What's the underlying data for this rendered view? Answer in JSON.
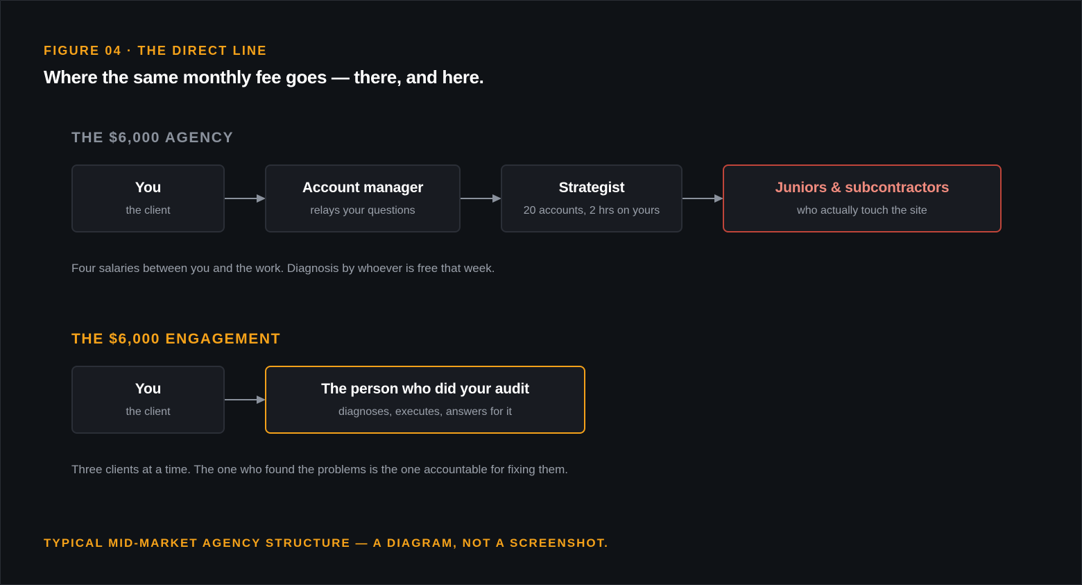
{
  "eyebrow": "FIGURE 04 · THE DIRECT LINE",
  "headline": "Where the same monthly fee goes — there, and here.",
  "agency": {
    "label": "THE $6,000 AGENCY",
    "nodes": [
      {
        "title": "You",
        "sub": "the client"
      },
      {
        "title": "Account manager",
        "sub": "relays your questions"
      },
      {
        "title": "Strategist",
        "sub": "20 accounts, 2 hrs on yours"
      },
      {
        "title": "Juniors & subcontractors",
        "sub": "who actually touch the site"
      }
    ],
    "note": "Four salaries between you and the work. Diagnosis by whoever is free that week."
  },
  "engagement": {
    "label": "THE $6,000 ENGAGEMENT",
    "nodes": [
      {
        "title": "You",
        "sub": "the client"
      },
      {
        "title": "The person who did your audit",
        "sub": "diagnoses, executes, answers for it"
      }
    ],
    "note": "Three clients at a time. The one who found the problems is the one accountable for fixing them."
  },
  "footer": "TYPICAL MID-MARKET AGENCY STRUCTURE — A DIAGRAM, NOT A SCREENSHOT.",
  "colors": {
    "background": "#0f1216",
    "accent": "#f5a21a",
    "danger_border": "#c0453a",
    "danger_text": "#f08b7e",
    "muted": "#9aa0aa"
  }
}
